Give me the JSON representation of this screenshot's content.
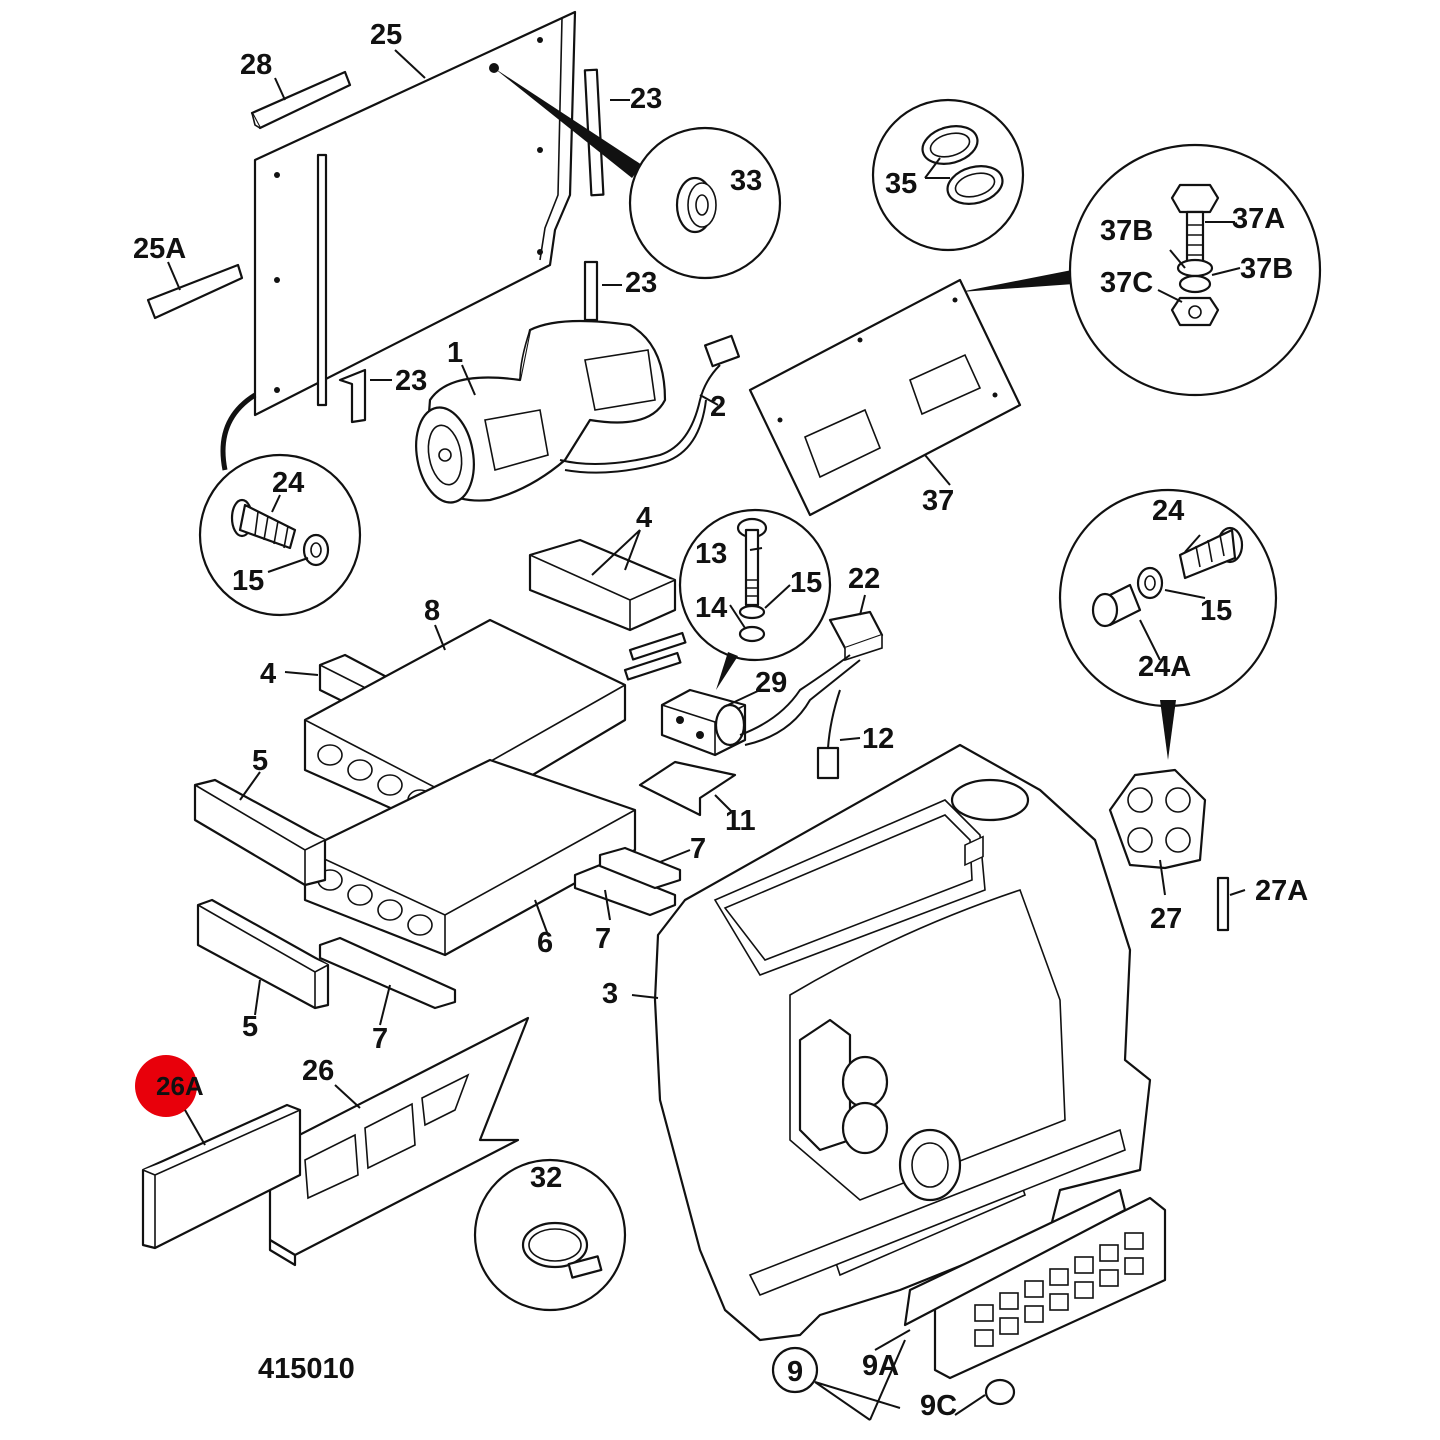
{
  "diagram": {
    "drawing_number": "415010",
    "highlight_color": "#e8000b",
    "highlighted_part": "26A",
    "labels": [
      {
        "id": "l28",
        "text": "28"
      },
      {
        "id": "l25",
        "text": "25"
      },
      {
        "id": "l23a",
        "text": "23"
      },
      {
        "id": "l33",
        "text": "33"
      },
      {
        "id": "l25a",
        "text": "25A"
      },
      {
        "id": "l23b",
        "text": "23"
      },
      {
        "id": "l1",
        "text": "1"
      },
      {
        "id": "l2",
        "text": "2"
      },
      {
        "id": "l23c",
        "text": "23"
      },
      {
        "id": "l35",
        "text": "35"
      },
      {
        "id": "l37b1",
        "text": "37B"
      },
      {
        "id": "l37a",
        "text": "37A"
      },
      {
        "id": "l37b2",
        "text": "37B"
      },
      {
        "id": "l37c",
        "text": "37C"
      },
      {
        "id": "l37",
        "text": "37"
      },
      {
        "id": "l24a",
        "text": "24"
      },
      {
        "id": "l15a",
        "text": "15"
      },
      {
        "id": "l4a",
        "text": "4"
      },
      {
        "id": "l13",
        "text": "13"
      },
      {
        "id": "l15b",
        "text": "15"
      },
      {
        "id": "l14",
        "text": "14"
      },
      {
        "id": "l22",
        "text": "22"
      },
      {
        "id": "l8",
        "text": "8"
      },
      {
        "id": "l4b",
        "text": "4"
      },
      {
        "id": "l29",
        "text": "29"
      },
      {
        "id": "l12",
        "text": "12"
      },
      {
        "id": "l24b",
        "text": "24"
      },
      {
        "id": "l15c",
        "text": "15"
      },
      {
        "id": "l24A",
        "text": "24A"
      },
      {
        "id": "l5a",
        "text": "5"
      },
      {
        "id": "l11",
        "text": "11"
      },
      {
        "id": "l7a",
        "text": "7"
      },
      {
        "id": "l7b",
        "text": "7"
      },
      {
        "id": "l6",
        "text": "6"
      },
      {
        "id": "l27",
        "text": "27"
      },
      {
        "id": "l27a",
        "text": "27A"
      },
      {
        "id": "l3",
        "text": "3"
      },
      {
        "id": "l5b",
        "text": "5"
      },
      {
        "id": "l7c",
        "text": "7"
      },
      {
        "id": "l26",
        "text": "26"
      },
      {
        "id": "l26A",
        "text": "26A"
      },
      {
        "id": "l32",
        "text": "32"
      },
      {
        "id": "l9",
        "text": "9"
      },
      {
        "id": "l9a",
        "text": "9A"
      },
      {
        "id": "l9c",
        "text": "9C"
      }
    ]
  }
}
